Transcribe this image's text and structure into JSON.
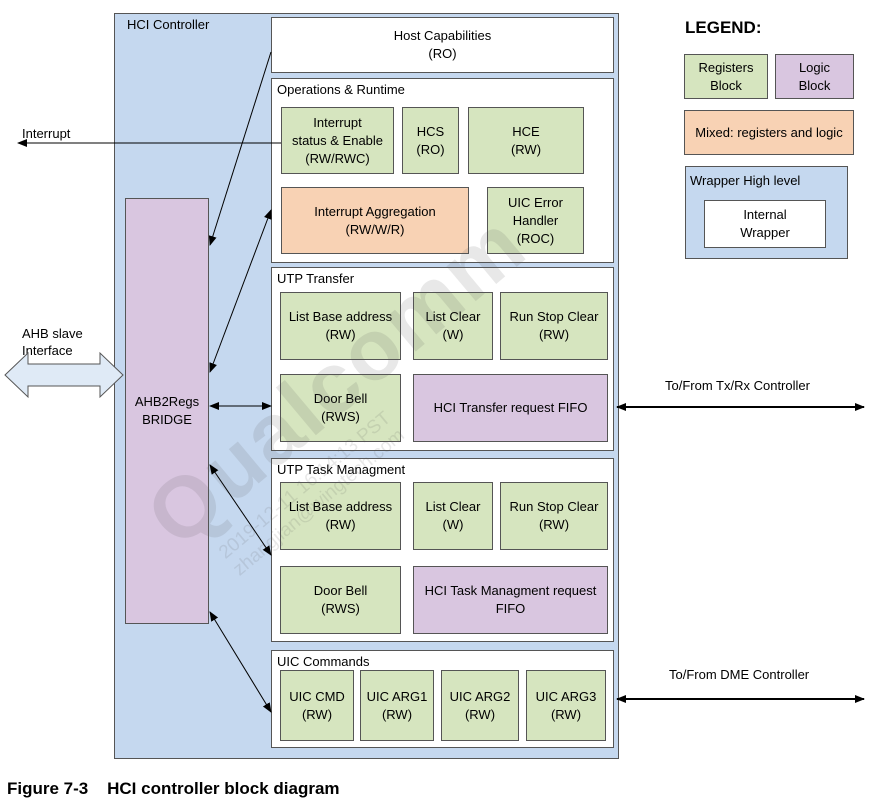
{
  "controller": {
    "title": "HCI Controller",
    "bridge": "AHB2Regs\nBRIDGE",
    "host_capabilities": "Host Capabilities\n(RO)",
    "operations": {
      "title": "Operations & Runtime",
      "interrupt_status": "Interrupt\nstatus & Enable\n(RW/RWC)",
      "hcs": "HCS\n(RO)",
      "hce": "HCE\n(RW)",
      "interrupt_aggregation": "Interrupt Aggregation\n(RW/W/R)",
      "uic_error_handler": "UIC Error\nHandler\n(ROC)"
    },
    "utp_transfer": {
      "title": "UTP Transfer",
      "list_base": "List Base address\n(RW)",
      "list_clear": "List Clear\n(W)",
      "run_stop": "Run Stop Clear\n(RW)",
      "door_bell": "Door Bell\n(RWS)",
      "fifo": "HCI Transfer request FIFO"
    },
    "utp_task": {
      "title": "UTP Task Managment",
      "list_base": "List Base address\n(RW)",
      "list_clear": "List Clear\n(W)",
      "run_stop": "Run Stop Clear\n(RW)",
      "door_bell": "Door Bell\n(RWS)",
      "fifo": "HCI Task Managment request\nFIFO"
    },
    "uic_commands": {
      "title": "UIC Commands",
      "cmd": "UIC CMD\n(RW)",
      "arg1": "UIC ARG1\n(RW)",
      "arg2": "UIC ARG2\n(RW)",
      "arg3": "UIC ARG3\n(RW)"
    }
  },
  "external": {
    "interrupt": "Interrupt",
    "ahb": "AHB slave\nInterface",
    "txrx": "To/From Tx/Rx Controller",
    "dme": "To/From DME Controller"
  },
  "legend": {
    "title": "LEGEND:",
    "registers": "Registers\nBlock",
    "logic": "Logic\nBlock",
    "mixed": "Mixed: registers and logic",
    "wrapper_high": "Wrapper High level",
    "internal_wrapper": "Internal\nWrapper"
  },
  "watermark": {
    "line1": "Qualcomm",
    "line2": "2019-12-11 16:14:13 PST",
    "line3": "zhangjian@wingtech.com"
  },
  "caption": "Figure 7-3    HCI controller block diagram",
  "colors": {
    "registers": "#d6e5bf",
    "logic": "#d9c6e0",
    "mixed": "#f8d2b4",
    "wrapper": "#c5d8ef"
  }
}
